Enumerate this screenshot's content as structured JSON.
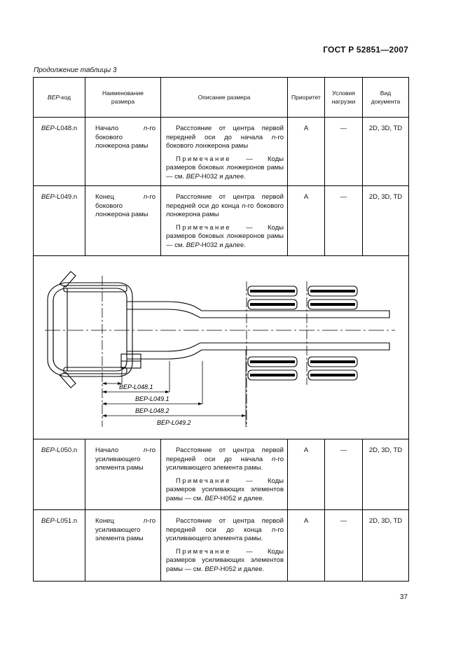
{
  "header": {
    "standard": "ГОСТ Р 52851—2007",
    "continuation": "Продолжение таблицы 3"
  },
  "columns": {
    "code_prefix": "BEP",
    "code_suffix": "-код",
    "name": "Наименование размера",
    "description": "Описание размера",
    "priority": "Приоритет",
    "load": "Условия нагрузки",
    "doc": "Вид документа"
  },
  "rows": [
    {
      "code_prefix": "BEP",
      "code_suffix": "-L048.n",
      "name_a": "Начало ",
      "name_n": "n",
      "name_b": "-го бокового лонжерона рамы",
      "desc_a": "Расстояние от центра первой передней оси до начала ",
      "desc_n": "n",
      "desc_b": "-го бокового лонжерона рамы",
      "note_word": "Примечание",
      "note_a": " — Коды размеров боковых лонжеронов рамы — см. ",
      "note_bep": "BEP",
      "note_b": "-H032 и далее.",
      "priority": "A",
      "load": "—",
      "doc": "2D, 3D, TD"
    },
    {
      "code_prefix": "BEP",
      "code_suffix": "-L049.n",
      "name_a": "Конец ",
      "name_n": "n",
      "name_b": "-го бокового лонжерона рамы",
      "desc_a": "Расстояние от центра первой передней оси до конца ",
      "desc_n": "n",
      "desc_b": "-го бокового лонжерона рамы",
      "note_word": "Примечание",
      "note_a": " — Коды размеров боковых лонжеронов рамы — см. ",
      "note_bep": "BEP",
      "note_b": "-H032 и далее.",
      "priority": "A",
      "load": "—",
      "doc": "2D, 3D, TD"
    },
    {
      "code_prefix": "BEP",
      "code_suffix": "-L050.n",
      "name_a": "Начало ",
      "name_n": "n",
      "name_b": "-го усиливающего элемента рамы",
      "desc_a": "Расстояние от центра первой передней оси до начала ",
      "desc_n": "n",
      "desc_b": "-го усиливающего элемента рамы.",
      "note_word": "Примечание",
      "note_a": " — Коды размеров усиливающих элементов рамы — см. ",
      "note_bep": "BEP",
      "note_b": "-H052 и далее.",
      "priority": "A",
      "load": "—",
      "doc": "2D, 3D, TD"
    },
    {
      "code_prefix": "BEP",
      "code_suffix": "-L051.n",
      "name_a": "Конец ",
      "name_n": "n",
      "name_b": "-го усиливающего элемента рамы",
      "desc_a": "Расстояние от центра первой передней оси до конца ",
      "desc_n": "n",
      "desc_b": "-го усиливающего элемента рамы.",
      "note_word": "Примечание",
      "note_a": " — Коды размеров усиливающих элементов рамы — см. ",
      "note_bep": "BEP",
      "note_b": "-H052 и далее.",
      "priority": "A",
      "load": "—",
      "doc": "2D, 3D, TD"
    }
  ],
  "figure": {
    "dim_labels": [
      "BEP-L048.1",
      "BEP-L049.1",
      "BEP-L048.2",
      "BEP-L049.2"
    ]
  },
  "page_number": "37"
}
